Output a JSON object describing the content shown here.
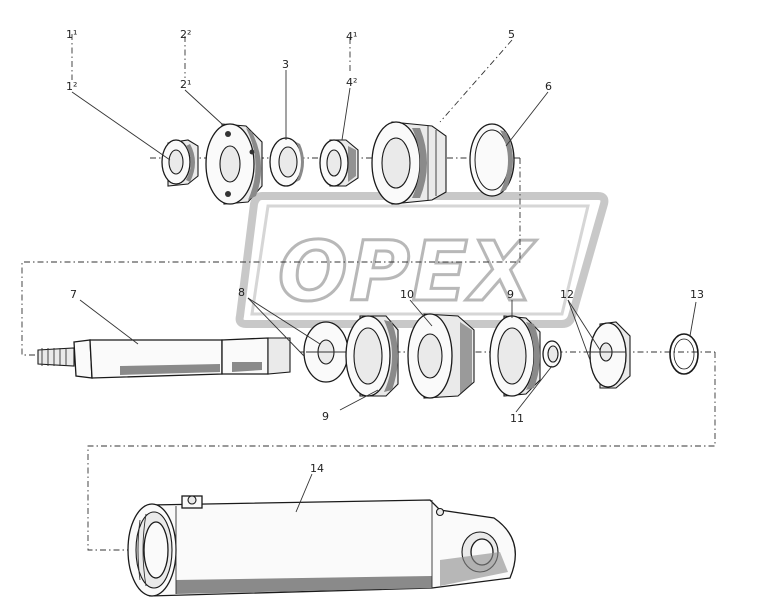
{
  "watermark": {
    "text": "OPEX"
  },
  "callouts": [
    {
      "id": "c1-1",
      "text": "1¹"
    },
    {
      "id": "c1-2",
      "text": "1²"
    },
    {
      "id": "c2-2",
      "text": "2²"
    },
    {
      "id": "c2-1",
      "text": "2¹"
    },
    {
      "id": "c3",
      "text": "3"
    },
    {
      "id": "c4-1",
      "text": "4¹"
    },
    {
      "id": "c4-2",
      "text": "4²"
    },
    {
      "id": "c5",
      "text": "5"
    },
    {
      "id": "c6",
      "text": "6"
    },
    {
      "id": "c7",
      "text": "7"
    },
    {
      "id": "c8",
      "text": "8"
    },
    {
      "id": "c9a",
      "text": "9"
    },
    {
      "id": "c9b",
      "text": "9"
    },
    {
      "id": "c10",
      "text": "10"
    },
    {
      "id": "c11",
      "text": "11"
    },
    {
      "id": "c12",
      "text": "12"
    },
    {
      "id": "c13",
      "text": "13"
    },
    {
      "id": "c14",
      "text": "14"
    }
  ]
}
